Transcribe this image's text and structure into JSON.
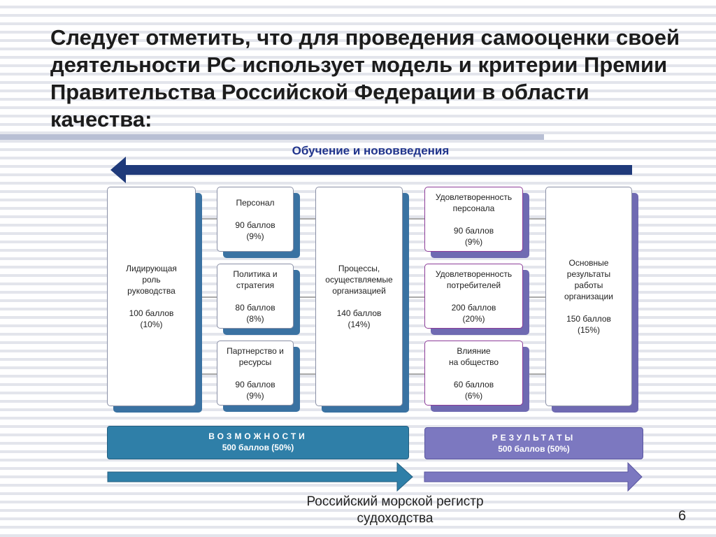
{
  "title": "Следует отметить, что для проведения самооценки своей деятельности РС использует модель и критерии Премии Правительства Российской Федерации в области качества:",
  "top_arrow_label": "Обучение и нововведения",
  "boxes": {
    "leadership": {
      "label": "Лидирующая\nроль\nруководства",
      "score": "100 баллов\n(10%)"
    },
    "personnel": {
      "label": "Персонал",
      "score": "90 баллов\n(9%)"
    },
    "policy": {
      "label": "Политика и\nстратегия",
      "score": "80 баллов\n(8%)"
    },
    "partnership": {
      "label": "Партнерство и\nресурсы",
      "score": "90 баллов\n(9%)"
    },
    "processes": {
      "label": "Процессы,\nосуществляемые\nорганизацией",
      "score": "140 баллов\n(14%)"
    },
    "personnel_satisfaction": {
      "label": "Удовлетворенность\nперсонала",
      "score": "90 баллов\n(9%)"
    },
    "customer_satisfaction": {
      "label": "Удовлетворенность\nпотребителей",
      "score": "200 баллов\n(20%)"
    },
    "society_impact": {
      "label": "Влияние\nна общество",
      "score": "60 баллов\n(6%)"
    },
    "key_results": {
      "label": "Основные\nрезультаты\nработы\nорганизации",
      "score": "150 баллов\n(15%)"
    }
  },
  "bands": {
    "enablers": {
      "title": "ВОЗМОЖНОСТИ",
      "score": "500 баллов (50%)"
    },
    "results": {
      "title": "РЕЗУЛЬТАТЫ",
      "score": "500 баллов (50%)"
    }
  },
  "footer": "Российский морской регистр\nсудоходства",
  "page_number": "6",
  "colors": {
    "title_text": "#1c1c1c",
    "top_arrow": "#1f3a7a",
    "enablers_band": "#2f7fa8",
    "results_band": "#7c78c0",
    "results_box_border": "#8c3c98"
  }
}
